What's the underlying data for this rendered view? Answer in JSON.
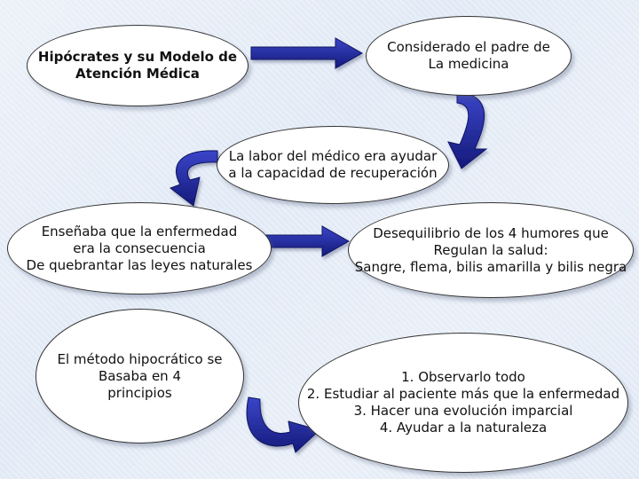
{
  "nodes": {
    "hipocrates": "Hipócrates y su Modelo de\nAtención Médica",
    "padre": "Considerado el padre de\nLa medicina",
    "labor": "La labor del médico era ayudar\na la capacidad de recuperación",
    "ensenaba": "Enseñaba que la enfermedad\nera la consecuencia\nDe quebrantar las leyes naturales",
    "desequilibrio": "Desequilibrio de los 4 humores que\nRegulan la salud:\nSangre, flema, bilis amarilla y bilis negra",
    "metodo": "El método hipocrático se\nBasaba en 4\nprincipios",
    "principios": "1.  Observarlo todo\n2. Estudiar al paciente más que la enfermedad\n3. Hacer una evolución imparcial\n4. Ayudar a la naturaleza"
  },
  "colors": {
    "arrow_fill": "#1b1f8f",
    "arrow_highlight": "#3a45c8",
    "node_fill": "#ffffff",
    "node_border": "#333333"
  }
}
